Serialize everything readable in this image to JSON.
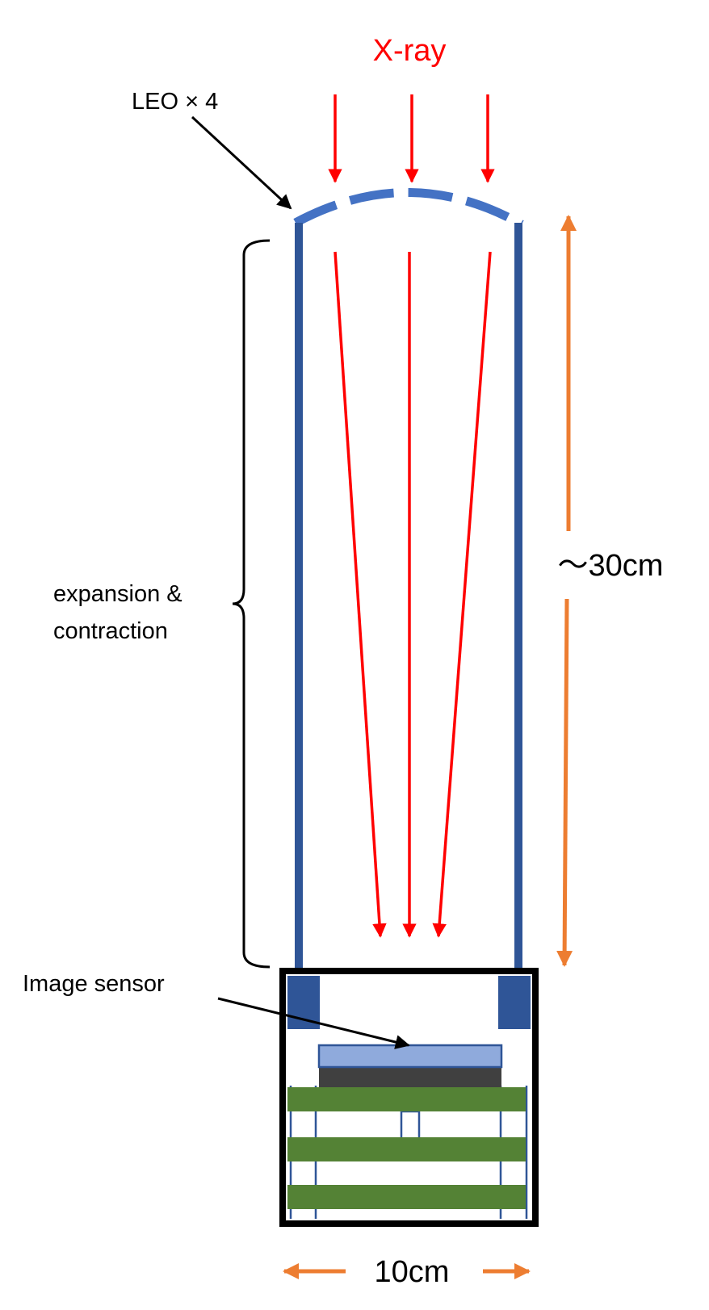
{
  "labels": {
    "xray": "X-ray",
    "leo": "LEO × 4",
    "expansion_line1": "expansion &",
    "expansion_line2": "contraction",
    "length": "～30cm",
    "image_sensor": "Image sensor",
    "width": "10cm"
  },
  "colors": {
    "xray": "#ff0000",
    "optic": "#4472c4",
    "tube": "#2f5597",
    "dimension": "#ed7d31",
    "sensor": "#8faadc",
    "sensor_base": "#404040",
    "board": "#548235",
    "frame": "#000000"
  }
}
